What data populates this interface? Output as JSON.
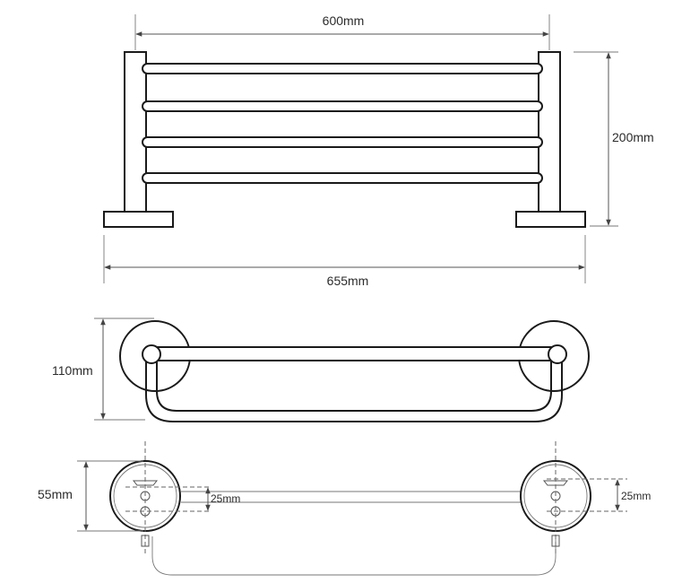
{
  "views": {
    "front": {
      "width_top": "600mm",
      "height": "200mm",
      "width_base": "655mm"
    },
    "top": {
      "depth": "110mm"
    },
    "bottom": {
      "mount_diameter": "55mm",
      "hole_spacing_left": "25mm",
      "hole_spacing_right": "25mm"
    }
  },
  "colors": {
    "line": "#1a1a1a",
    "dimension": "#555555",
    "text": "#2b2b2b",
    "background": "#ffffff"
  }
}
